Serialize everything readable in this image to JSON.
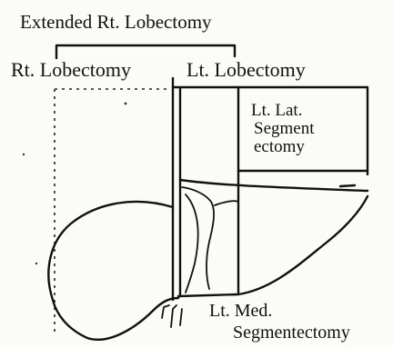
{
  "labels": {
    "extended_right_lobectomy": "Extended Rt. Lobectomy",
    "right_lobectomy": "Rt. Lobectomy",
    "left_lobectomy": "Lt. Lobectomy",
    "left_lateral_segmentectomy": [
      "Lt. Lat.",
      "Segment",
      "ectomy"
    ],
    "left_medial_segmentectomy": [
      "Lt. Med.",
      "Segmentectomy"
    ]
  }
}
